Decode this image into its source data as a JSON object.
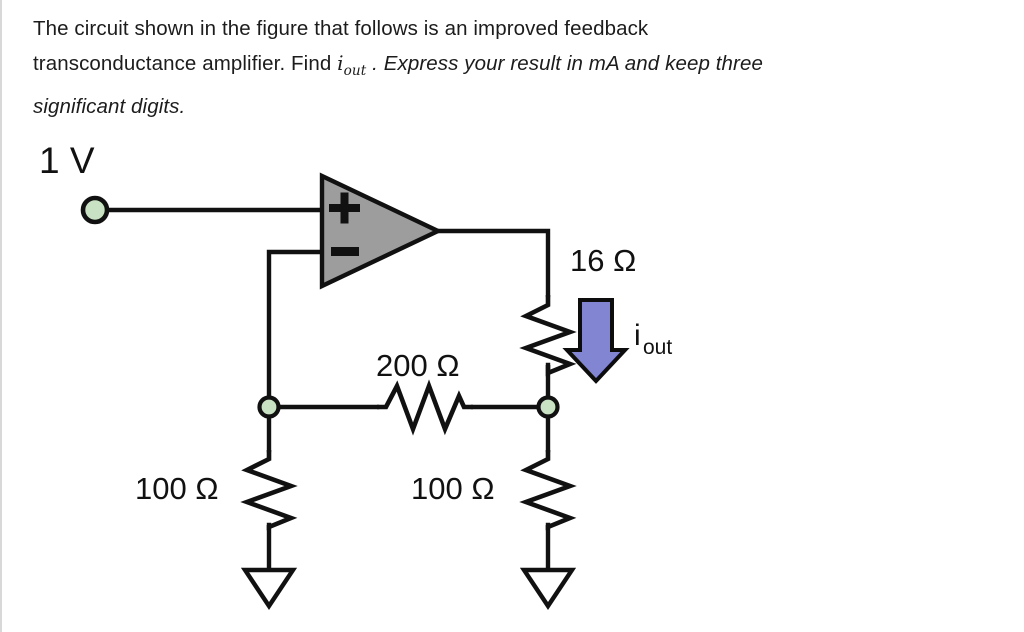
{
  "problem": {
    "line1": "The circuit shown in the figure that follows is an improved feedback",
    "line2_prefix": "transconductance amplifier. Find ",
    "line2_math_base": "i",
    "line2_math_sub": "out",
    "line2_suffix": " . Express your result in mA and keep three",
    "line3": "significant digits."
  },
  "circuit": {
    "source_label": "1 V",
    "opamp": {
      "plus_label": "+",
      "minus_label": "−",
      "fill_color": "#9d9d9d",
      "stroke_color": "#111111"
    },
    "components": [
      {
        "id": "r-16",
        "label": "16 Ω",
        "value": 16,
        "unit": "Ω",
        "orientation": "vertical"
      },
      {
        "id": "r-200",
        "label": "200 Ω",
        "value": 200,
        "unit": "Ω",
        "orientation": "horizontal"
      },
      {
        "id": "r-100-left",
        "label": "100 Ω",
        "value": 100,
        "unit": "Ω",
        "orientation": "vertical"
      },
      {
        "id": "r-100-right",
        "label": "100 Ω",
        "value": 100,
        "unit": "Ω",
        "orientation": "vertical"
      }
    ],
    "current_arrow": {
      "base_label": "i",
      "sub_label": "out",
      "direction": "down",
      "color": "#8285d2"
    },
    "node_color": "#c9e2c4",
    "wire_color": "#111111",
    "ground_count": 2
  }
}
